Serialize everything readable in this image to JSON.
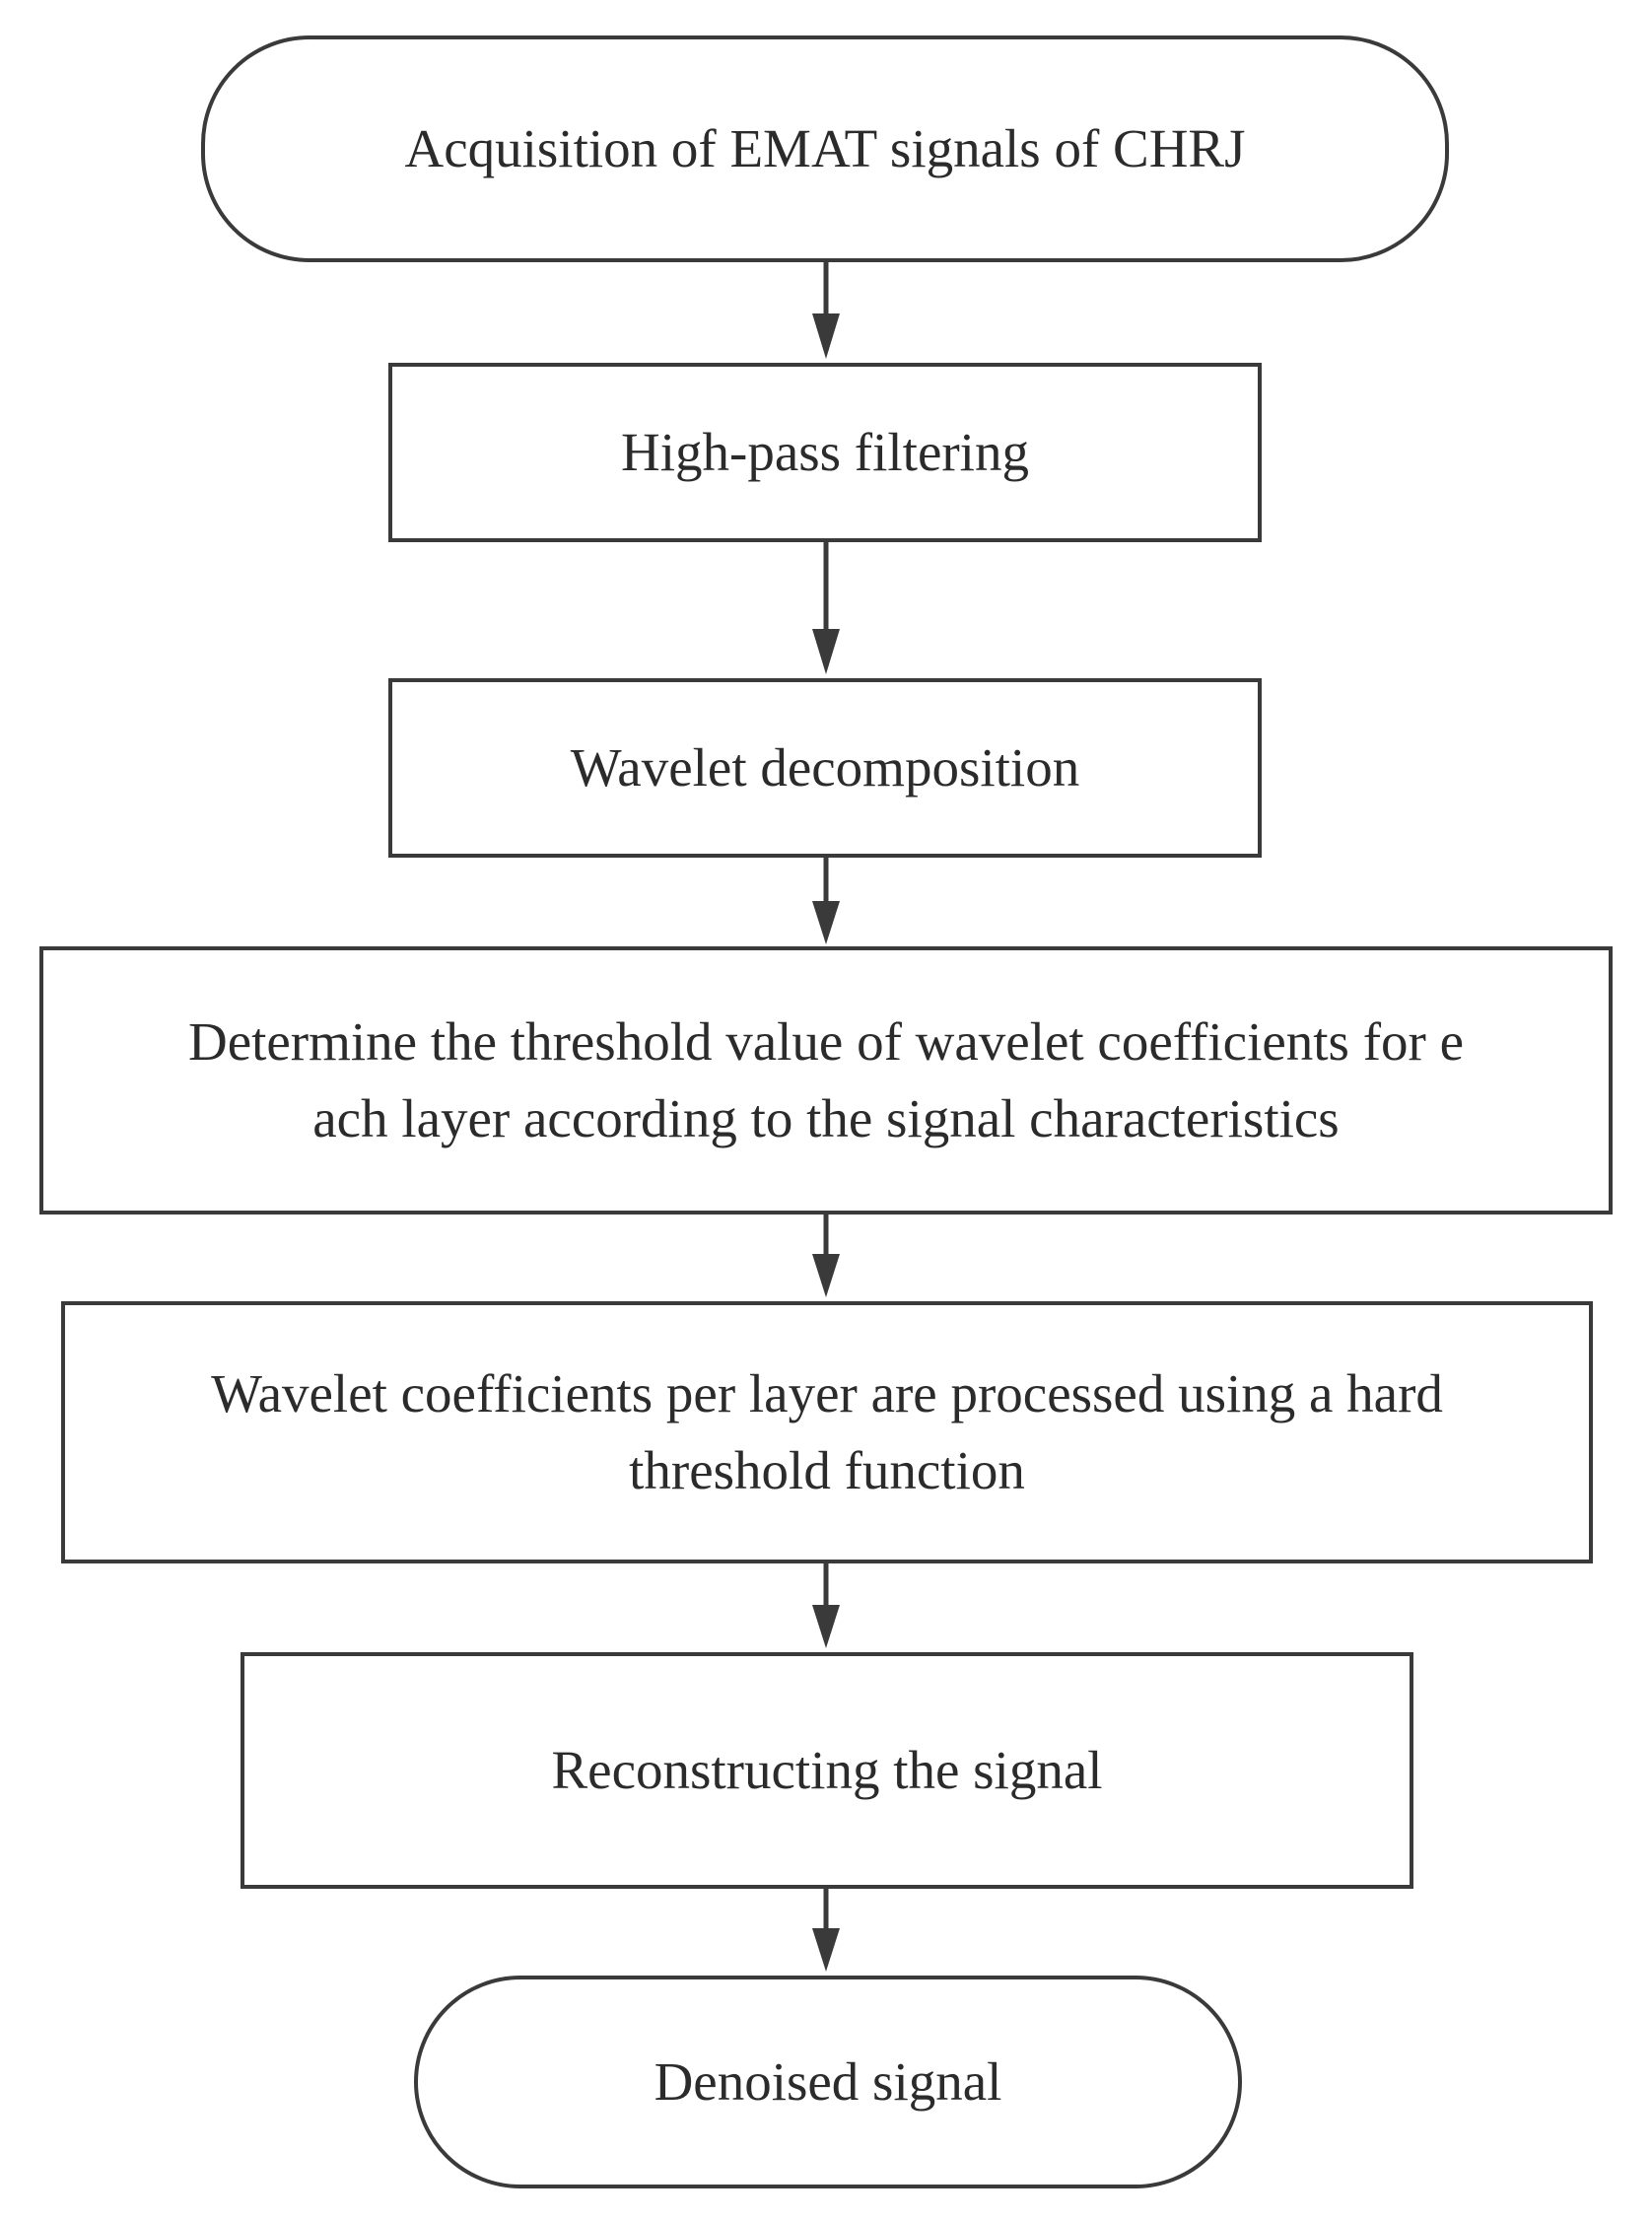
{
  "flowchart": {
    "steps": [
      {
        "shape": "terminal",
        "lines": [
          "Acquisition of EMAT signals of CHRJ"
        ]
      },
      {
        "shape": "process",
        "lines": [
          "High-pass filtering"
        ]
      },
      {
        "shape": "process",
        "lines": [
          "Wavelet decomposition"
        ]
      },
      {
        "shape": "process",
        "lines": [
          "Determine the threshold value of wavelet coefficients for e",
          "ach layer according to the signal characteristics"
        ]
      },
      {
        "shape": "process",
        "lines": [
          "Wavelet coefficients per layer are processed using a hard",
          "threshold function"
        ]
      },
      {
        "shape": "process",
        "lines": [
          "Reconstructing the signal"
        ]
      },
      {
        "shape": "terminal",
        "lines": [
          "Denoised signal"
        ]
      }
    ]
  }
}
